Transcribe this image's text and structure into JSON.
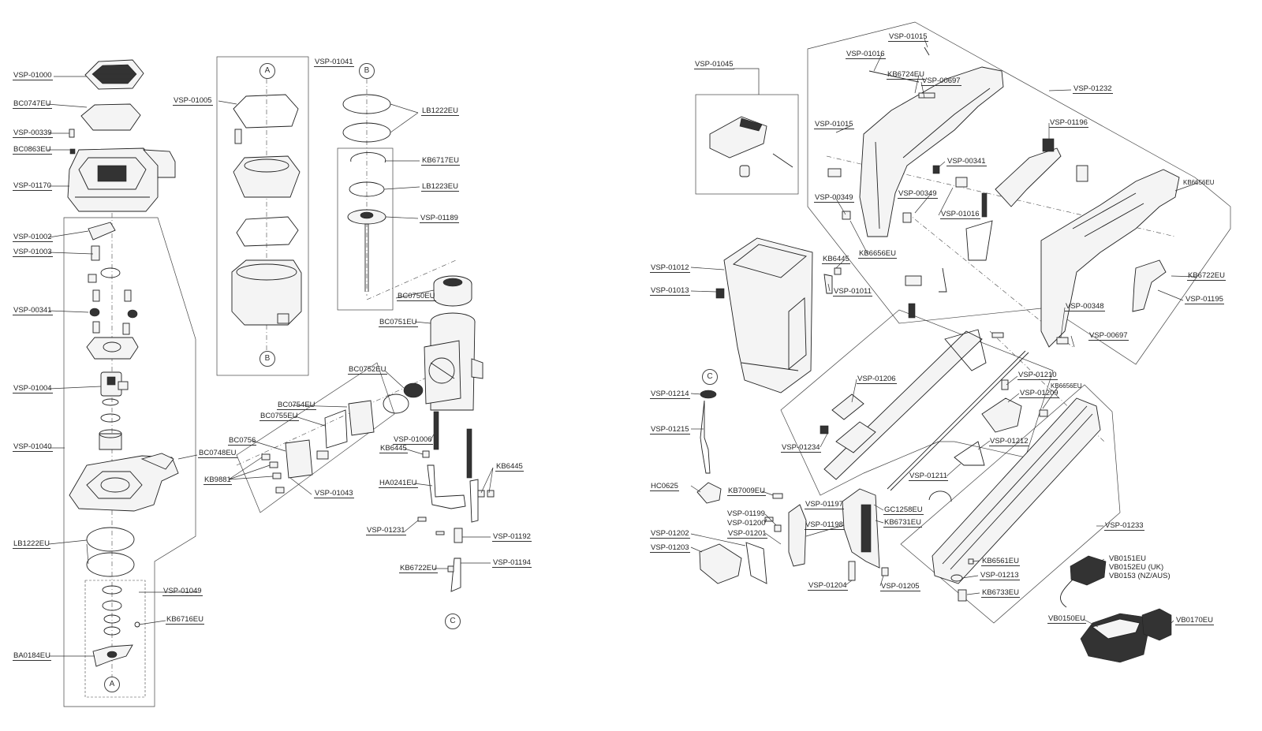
{
  "diagram": {
    "markers": {
      "A": "A",
      "B": "B",
      "C": "C"
    },
    "labels": {
      "vsp01000": "VSP-01000",
      "bc0747eu": "BC0747EU",
      "vsp00339": "VSP-00339",
      "bc0863eu": "BC0863EU",
      "vsp01170": "VSP-01170",
      "vsp01002": "VSP-01002",
      "vsp01003": "VSP-01003",
      "vsp00341_l": "VSP-00341",
      "vsp01004": "VSP-01004",
      "vsp01040": "VSP-01040",
      "lb1222eu_l": "LB1222EU",
      "vsp01049": "VSP-01049",
      "kb6716eu": "KB6716EU",
      "ba0184eu": "BA0184EU",
      "vsp01005": "VSP-01005",
      "vsp01041": "VSP-01041",
      "lb1222eu_r": "LB1222EU",
      "kb6717eu": "KB6717EU",
      "lb1223eu": "LB1223EU",
      "vsp01189": "VSP-01189",
      "bc0750eu": "BC0750EU",
      "bc0751eu": "BC0751EU",
      "bc0752eu": "BC0752EU",
      "bc0754eu": "BC0754EU",
      "bc0755eu": "BC0755EU",
      "bc0756": "BC0756",
      "bc0748eu": "BC0748EU",
      "kb9881": "KB9881",
      "vsp01043": "VSP-01043",
      "vsp01006": "VSP-01006",
      "kb6445_a": "KB6445",
      "kb6445_b": "KB6445",
      "ha0241eu": "HA0241EU",
      "vsp01231": "VSP-01231",
      "vsp01192": "VSP-01192",
      "kb6722eu_a": "KB6722EU",
      "vsp01194": "VSP-01194",
      "vsp01045": "VSP-01045",
      "vsp01015_a": "VSP-01015",
      "vsp01016_a": "VSP-01016",
      "kb6724eu": "KB6724EU",
      "vsp00697_a": "VSP-00697",
      "vsp01232": "VSP-01232",
      "vsp01015_b": "VSP-01015",
      "vsp01196": "VSP-01196",
      "vsp00341_r": "VSP-00341",
      "vsp00349_a": "VSP-00349",
      "vsp00349_b": "VSP-00349",
      "vsp01016_b": "VSP-01016",
      "kb6656eu_a": "KB6656EU",
      "kb6656eu_b": "KB6656EU",
      "kb6722eu_b": "KB6722EU",
      "vsp01195": "VSP-01195",
      "vsp00348": "VSP-00348",
      "vsp00697_b": "VSP-00697",
      "vsp01012": "VSP-01012",
      "vsp01013": "VSP-01013",
      "kb6445_c": "KB6445",
      "vsp01011": "VSP-01011",
      "vsp01214": "VSP-01214",
      "vsp01215": "VSP-01215",
      "hc0625": "HC0625",
      "vsp01206": "VSP-01206",
      "vsp01234": "VSP-01234",
      "vsp01210": "VSP-01210",
      "vsp01209": "VSP-01209",
      "kb6656eu_c": "KB6656EU",
      "vsp01212": "VSP-01212",
      "vsp01211": "VSP-01211",
      "kb7009eu": "KB7009EU",
      "vsp01197": "VSP-01197",
      "gc1258eu": "GC1258EU",
      "vsp01199": "VSP-01199",
      "vsp01200": "VSP-01200",
      "vsp01198": "VSP-01198",
      "kb6731eu": "KB6731EU",
      "vsp01201": "VSP-01201",
      "vsp01233": "VSP-01233",
      "vsp01202": "VSP-01202",
      "vsp01203": "VSP-01203",
      "vsp01204": "VSP-01204",
      "vsp01205": "VSP-01205",
      "kb6561eu": "KB6561EU",
      "vsp01213": "VSP-01213",
      "kb6733eu": "KB6733EU",
      "vb0151eu": "VB0151EU",
      "vb0152eu": "VB0152EU (UK)",
      "vb0153": "VB0153 (NZ/AUS)",
      "vb0150eu": "VB0150EU",
      "vb0170eu": "VB0170EU"
    }
  }
}
